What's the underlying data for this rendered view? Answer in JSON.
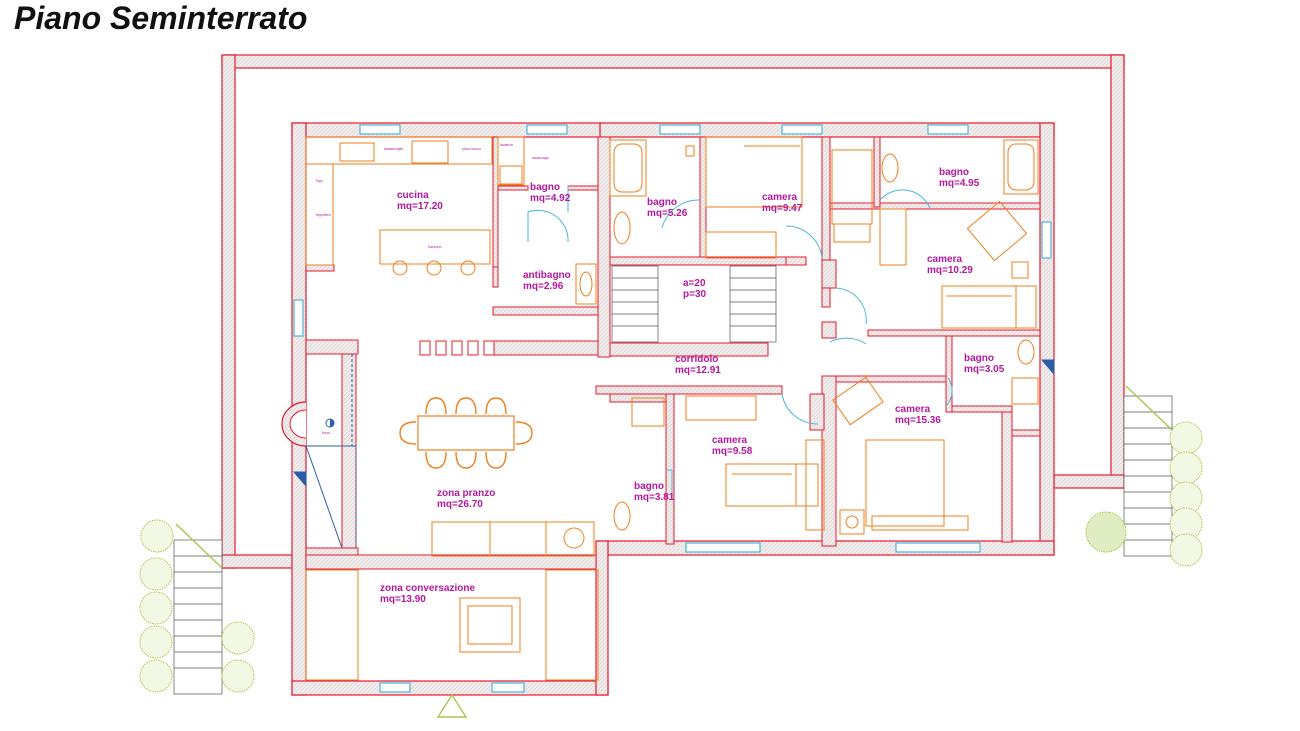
{
  "title": "Piano Seminterrato",
  "rooms": {
    "cucina": {
      "name": "cucina",
      "area": "mq=17.20"
    },
    "bagno1": {
      "name": "bagno",
      "area": "mq=4.92"
    },
    "antibagno": {
      "name": "antibagno",
      "area": "mq=2.96"
    },
    "bagno2": {
      "name": "bagno",
      "area": "mq=5.26"
    },
    "camera1": {
      "name": "camera",
      "area": "mq=9.47"
    },
    "bagno3": {
      "name": "bagno",
      "area": "mq=4.95"
    },
    "camera2": {
      "name": "camera",
      "area": "mq=10.29"
    },
    "scala": {
      "name": "a=20",
      "area": "p=30"
    },
    "corridoio": {
      "name": "corridoio",
      "area": "mq=12.91"
    },
    "bagno4": {
      "name": "bagno",
      "area": "mq=3.05"
    },
    "camera3": {
      "name": "camera",
      "area": "mq=15.36"
    },
    "camera4": {
      "name": "camera",
      "area": "mq=9.58"
    },
    "bagno5": {
      "name": "bagno",
      "area": "mq=3.81"
    },
    "zona_pranzo": {
      "name": "zona pranzo",
      "area": "mq=26.70"
    },
    "zona_conversazione": {
      "name": "zona conversazione",
      "area": "mq=13.90"
    }
  },
  "small_labels": {
    "lavastoviglie": "lavastoviglie",
    "piano_lavoro": "piano lavoro",
    "lavasciuga": "lavasciuga",
    "lavatrice": "lavatrice",
    "frigo": "frigo",
    "frigorifero": "frigorifero",
    "bancone": "bancone",
    "forno": "forno"
  },
  "colors": {
    "wall": "#e8182c",
    "furniture": "#f07f1e",
    "label": "#b5179e",
    "window": "#48b8d8",
    "plant": "#a6c84a",
    "stairs": "#555555"
  }
}
